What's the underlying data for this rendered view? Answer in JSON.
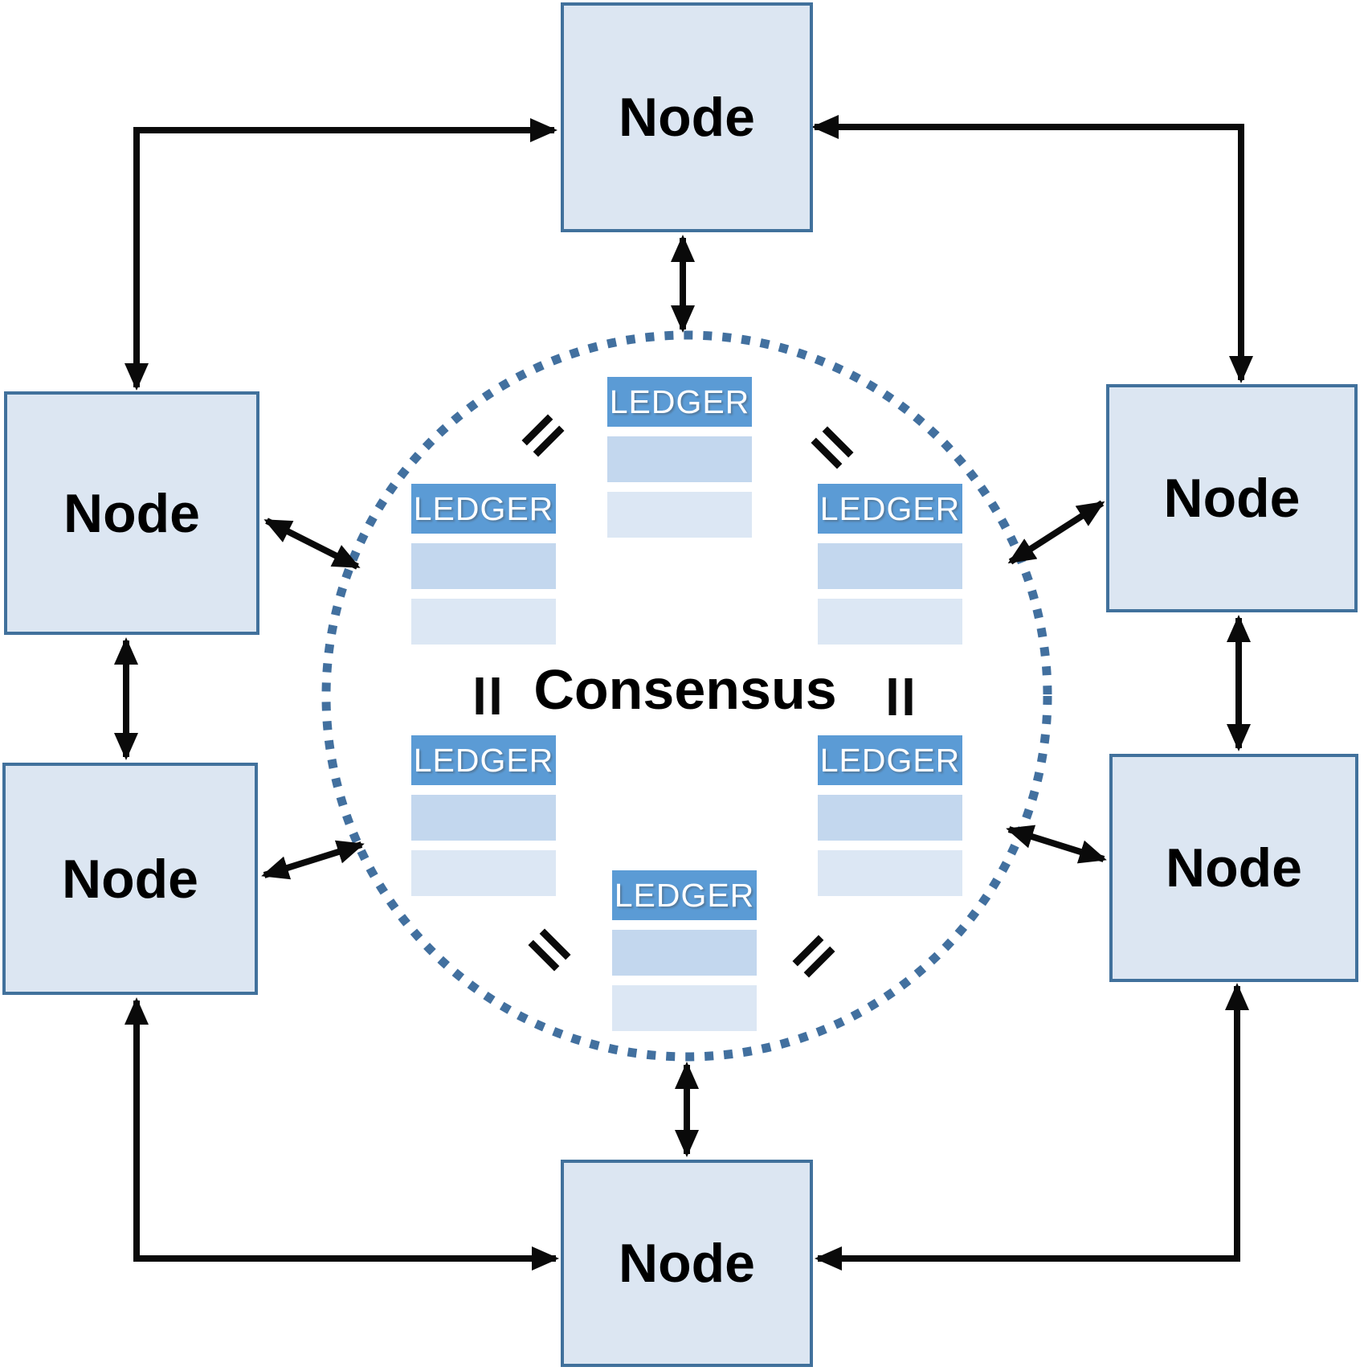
{
  "diagram_kind": "peer-to-peer distributed ledger consensus network",
  "consensus": {
    "label": "Consensus"
  },
  "nodes": {
    "top": {
      "label": "Node"
    },
    "left_upper": {
      "label": "Node"
    },
    "left_lower": {
      "label": "Node"
    },
    "right_upper": {
      "label": "Node"
    },
    "right_lower": {
      "label": "Node"
    },
    "bottom": {
      "label": "Node"
    }
  },
  "ledgers": {
    "top": {
      "label": "LEDGER",
      "rows": 2
    },
    "left_upper": {
      "label": "LEDGER",
      "rows": 2
    },
    "right_upper": {
      "label": "LEDGER",
      "rows": 2
    },
    "left_lower": {
      "label": "LEDGER",
      "rows": 2
    },
    "right_lower": {
      "label": "LEDGER",
      "rows": 2
    },
    "bottom": {
      "label": "LEDGER",
      "rows": 2
    }
  },
  "icons": {
    "equals_symbol": "=",
    "equals_count": 6
  },
  "connections": [
    {
      "from": "node-left-upper",
      "to": "node-top",
      "style": "elbow",
      "arrows": "both-ends"
    },
    {
      "from": "node-right-upper",
      "to": "node-top",
      "style": "elbow",
      "arrows": "both-ends"
    },
    {
      "from": "node-left-lower",
      "to": "node-bottom",
      "style": "elbow",
      "arrows": "both-ends"
    },
    {
      "from": "node-right-lower",
      "to": "node-bottom",
      "style": "elbow",
      "arrows": "both-ends"
    },
    {
      "from": "node-left-upper",
      "to": "node-left-lower",
      "style": "straight",
      "arrows": "both-ends"
    },
    {
      "from": "node-right-upper",
      "to": "node-right-lower",
      "style": "straight",
      "arrows": "both-ends"
    },
    {
      "from": "node-top",
      "to": "consensus-circle",
      "style": "straight",
      "arrows": "both-ends"
    },
    {
      "from": "node-bottom",
      "to": "consensus-circle",
      "style": "straight",
      "arrows": "both-ends"
    },
    {
      "from": "node-left-upper",
      "to": "consensus-circle",
      "style": "diagonal",
      "arrows": "both-ends"
    },
    {
      "from": "node-left-lower",
      "to": "consensus-circle",
      "style": "diagonal",
      "arrows": "both-ends"
    },
    {
      "from": "node-right-upper",
      "to": "consensus-circle",
      "style": "diagonal",
      "arrows": "both-ends"
    },
    {
      "from": "node-right-lower",
      "to": "consensus-circle",
      "style": "diagonal",
      "arrows": "both-ends"
    }
  ],
  "colors": {
    "background": "#ffffff",
    "node_fill": "#dce6f2",
    "node_border": "#41719c",
    "ledger_header": "#5b9bd5",
    "ledger_row_medium": "#c3d7ee",
    "ledger_row_light": "#dce7f4",
    "ledger_text": "#ffffff",
    "circle_dot": "#42709f",
    "arrow": "#0a0a0a",
    "label": "#000000"
  }
}
